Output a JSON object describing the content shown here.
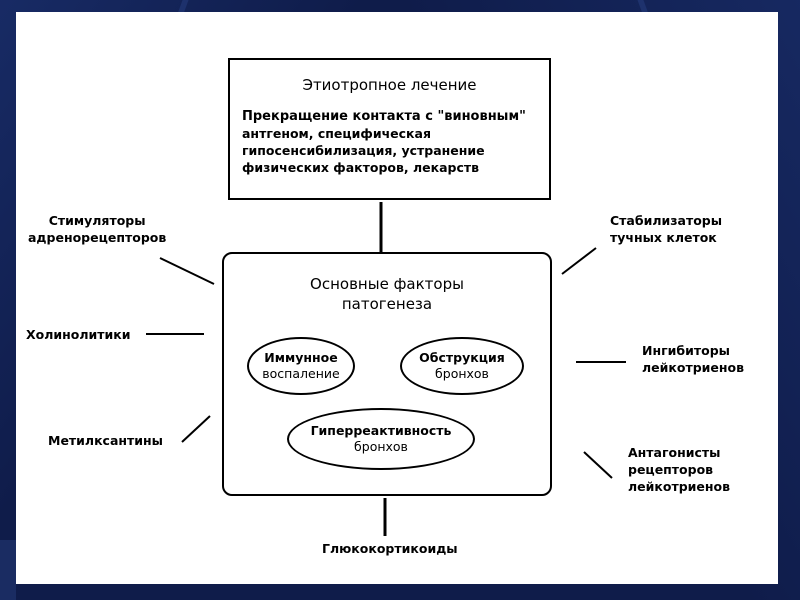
{
  "top_box": {
    "title": "Этиотропное лечение",
    "lines": [
      "Прекращение контакта с \"виновным\"",
      "антгеном, специфическая",
      "гипосенсибилизация, устранение",
      "физических факторов, лекарств"
    ]
  },
  "main_box": {
    "title_lines": [
      "Основные факторы",
      "патогенеза"
    ]
  },
  "nodes": {
    "immune": [
      "Иммунное",
      "воспаление"
    ],
    "obstruction": [
      "Обструкция",
      "бронхов"
    ],
    "hyper": [
      "Гиперреактивность",
      "бронхов"
    ]
  },
  "drugs": {
    "stimulators": [
      "Стимуляторы",
      "адренорецепторов"
    ],
    "cholinolytics": [
      "Холинолитики"
    ],
    "methylxanthines": [
      "Метилксантины"
    ],
    "stabilizers": [
      "Стабилизаторы",
      "тучных клеток"
    ],
    "inhibitors": [
      "Ингибиторы",
      "лейкотриенов"
    ],
    "antagonists": [
      "Антагонисты",
      "рецепторов",
      "лейкотриенов"
    ],
    "glucocorticoids": [
      "Глюкокортикоиды"
    ]
  },
  "colors": {
    "slide_background": "#0f1c4a",
    "panel": "#ffffff",
    "ink": "#000000"
  }
}
